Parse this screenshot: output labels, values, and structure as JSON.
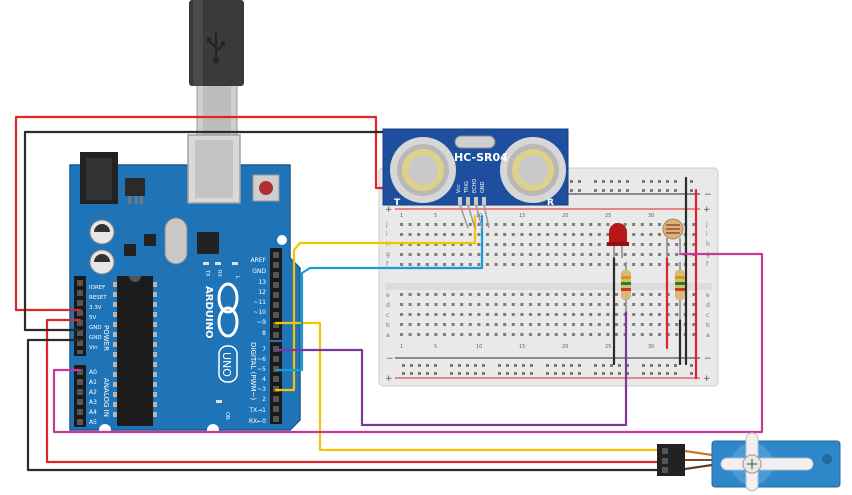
{
  "colors": {
    "wire_red": "#e0242c",
    "wire_black": "#2b2b2b",
    "wire_yellow": "#f5c400",
    "wire_blue": "#1b9ad6",
    "wire_purple": "#7a3a9a",
    "wire_magenta": "#c63a96",
    "arduino_board": "#1f74b8",
    "sensor_board": "#1d4f9e",
    "breadboard": "#e9e9e9",
    "led": "#b61818",
    "servo": "#2f86c8"
  },
  "arduino": {
    "brand": "ARDUINO",
    "model": "UNO",
    "power_header_title": "POWER",
    "analog_header_title": "ANALOG IN",
    "digital_header_title": "DIGITAL (PWM~)",
    "on_label": "ON",
    "led_labels": [
      "L",
      "TX",
      "RX"
    ],
    "power_pins": [
      "IOREF",
      "RESET",
      "3.3V",
      "5V",
      "GND",
      "GND",
      "Vin"
    ],
    "analog_pins": [
      "A0",
      "A1",
      "A2",
      "A3",
      "A4",
      "A5"
    ],
    "digital_upper_pins": [
      "AREF",
      "GND",
      "13",
      "12",
      "~11",
      "~10",
      "~9",
      "8"
    ],
    "digital_lower_pins": [
      "7",
      "~6",
      "~5",
      "4",
      "~3",
      "2",
      "TX→1",
      "RX←0"
    ]
  },
  "sensor": {
    "name": "HC-SR04",
    "pins": [
      "Vcc",
      "TRIG",
      "ECHO",
      "GND"
    ],
    "left_marker": "T",
    "right_marker": "R"
  },
  "breadboard": {
    "column_numbers": [
      "1",
      "5",
      "10",
      "15",
      "20",
      "25",
      "30"
    ],
    "row_letters_top": [
      "j",
      "i",
      "h",
      "g",
      "f"
    ],
    "row_letters_bottom": [
      "e",
      "d",
      "c",
      "b",
      "a"
    ],
    "rail_plus": "+",
    "rail_minus": "−"
  },
  "usb": {
    "symbol": "⟟"
  }
}
